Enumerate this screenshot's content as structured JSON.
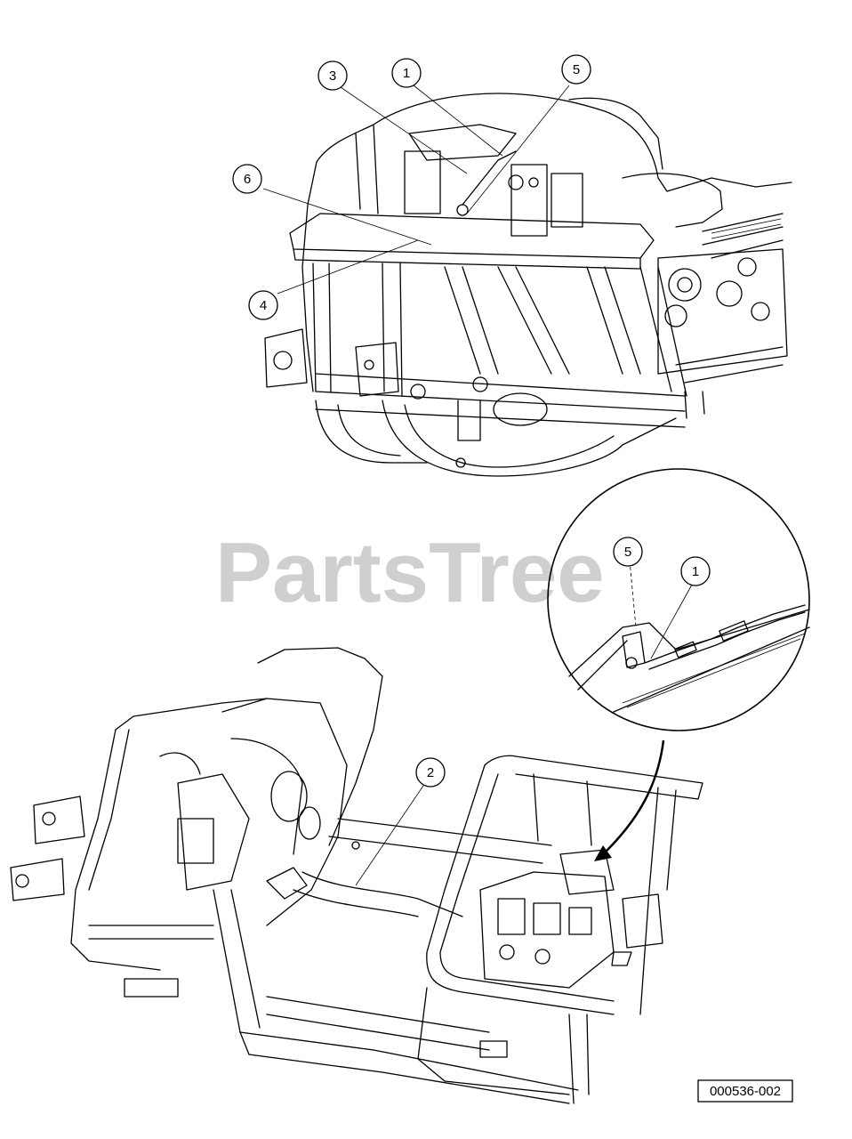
{
  "watermark": "PartsTree",
  "reference_number": "000536-002",
  "top_view_callouts": [
    {
      "id": "callout-3",
      "label": "3"
    },
    {
      "id": "callout-1",
      "label": "1"
    },
    {
      "id": "callout-5",
      "label": "5"
    },
    {
      "id": "callout-6",
      "label": "6"
    },
    {
      "id": "callout-4",
      "label": "4"
    }
  ],
  "detail_view_callouts": [
    {
      "id": "detail-callout-5",
      "label": "5"
    },
    {
      "id": "detail-callout-1",
      "label": "1"
    }
  ],
  "bottom_view_callouts": [
    {
      "id": "callout-2",
      "label": "2"
    }
  ]
}
